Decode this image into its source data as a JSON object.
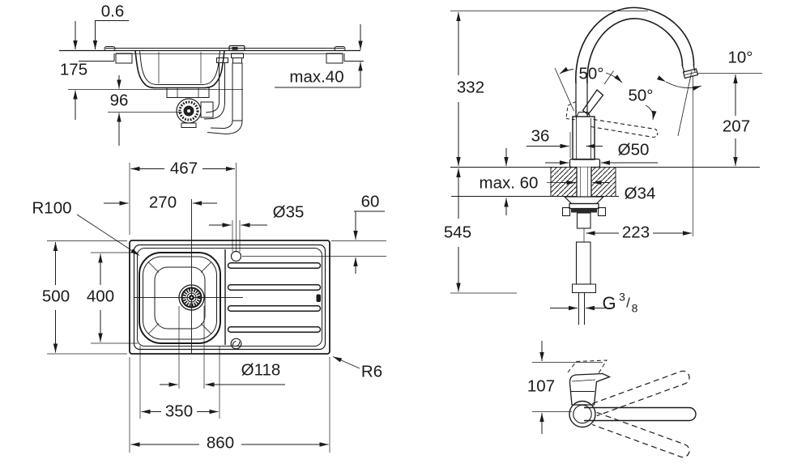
{
  "drawing": {
    "description": "Kitchen sink and single-lever mixer tap dimensional technical drawing",
    "ink_color": "#1b1b1b",
    "background": "#ffffff"
  },
  "sink_side_view": {
    "name": "sink cross-section view",
    "dims": {
      "rim_height": "0.6",
      "bowl_depth": "175",
      "trap_offset": "96",
      "counter_max_thickness": "max.40"
    }
  },
  "sink_plan_view": {
    "name": "sink plan view",
    "dims": {
      "tap_hole_from_left": "467",
      "drain_from_left": "270",
      "tap_hole_dia": "Ø35",
      "tap_hole_from_edge": "60",
      "bowl_corner_radius": "R100",
      "overall_depth": "500",
      "bowl_length": "400",
      "drain_dia": "Ø118",
      "outer_corner_radius": "R6",
      "bowl_width": "350",
      "overall_width": "860"
    }
  },
  "faucet_side_view": {
    "name": "tap elevation view",
    "dims": {
      "total_height": "332",
      "lever_swing_a": "50°",
      "lever_swing_b": "50°",
      "spout_tilt": "10°",
      "spout_height": "207",
      "base_front": "36",
      "base_dia": "Ø50",
      "mounting_max": "max. 60",
      "shank_dia": "Ø34",
      "hose_below_deck": "545",
      "spout_reach": "223",
      "thread_g": "G",
      "thread_num": "3",
      "thread_slash": "/",
      "thread_den": "8"
    }
  },
  "faucet_top_view": {
    "name": "tap top view",
    "dims": {
      "handle_reach": "107"
    }
  }
}
